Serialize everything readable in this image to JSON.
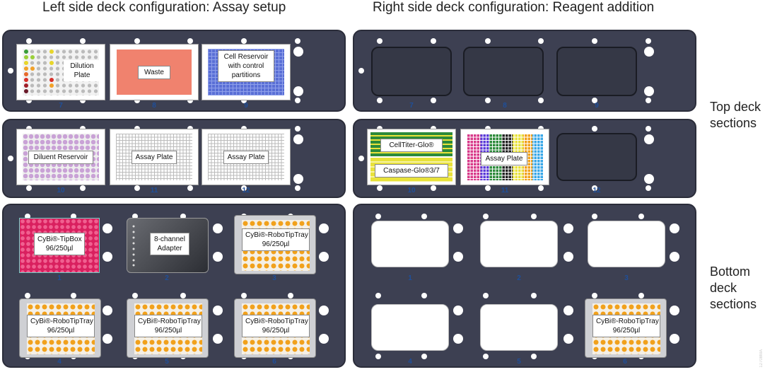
{
  "titles": {
    "left": "Left side deck configuration: Assay setup",
    "right": "Right side deck configuration: Reagent addition"
  },
  "side_labels": {
    "top": "Top deck\nsections",
    "bottom": "Bottom\ndeck\nsections"
  },
  "left": {
    "top1": {
      "positions": [
        "7",
        "8",
        "9"
      ],
      "labels": [
        "Dilution\nPlate",
        "Waste",
        "Cell Reservoir\nwith control\npartitions"
      ]
    },
    "top2": {
      "positions": [
        "10",
        "11",
        "12"
      ],
      "labels": [
        "Diluent Reservoir",
        "Assay Plate",
        "Assay Plate"
      ]
    },
    "bottom": {
      "positions": [
        "1",
        "2",
        "3",
        "4",
        "5",
        "6"
      ],
      "labels": [
        "CyBi®-TipBox\n96/250µl",
        "8-channel\nAdapter",
        "CyBi®-RoboTipTray\n96/250µl",
        "CyBi®-RoboTipTray\n96/250µl",
        "CyBi®-RoboTipTray\n96/250µl",
        "CyBi®-RoboTipTray\n96/250µl"
      ]
    }
  },
  "right": {
    "top1": {
      "positions": [
        "7",
        "8",
        "9"
      ]
    },
    "top2": {
      "positions": [
        "10",
        "11",
        "12"
      ],
      "labels": [
        "CellTiter-Glo®",
        "Caspase-Glo®3/7",
        "Assay Plate"
      ]
    },
    "bottom": {
      "positions": [
        "1",
        "2",
        "3",
        "4",
        "5",
        "6"
      ],
      "labels": [
        "CyBi®-RoboTipTray\n96/250µl"
      ]
    }
  },
  "watermark": "12708MA",
  "colors": {
    "deck": "#3d4052",
    "waste": "#f0826e",
    "cell_reservoir": "#5a6fd6",
    "diluent": "#c9a2d6",
    "tipbox": "#d9205f",
    "tips": "#f1a11c",
    "celltiter": "#2c8a3a",
    "caspase": "#e8e23a",
    "position_number": "#1f4f9a"
  }
}
